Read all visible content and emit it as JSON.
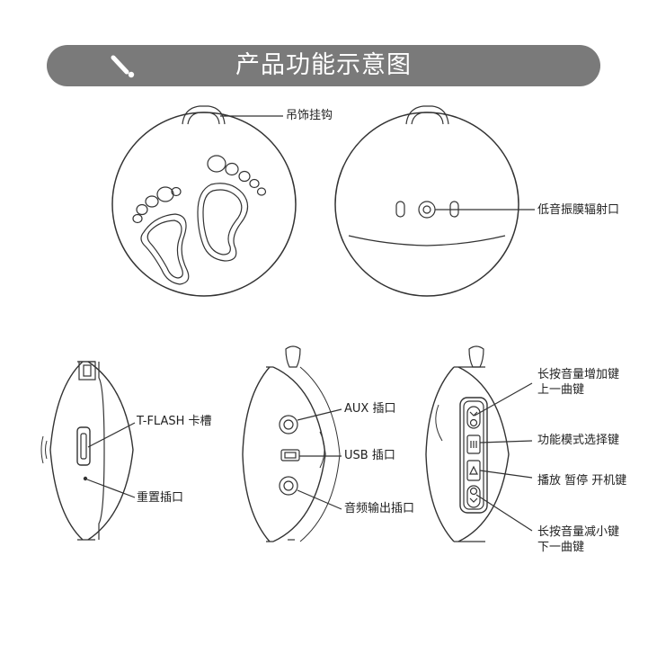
{
  "header": {
    "title": "产品功能示意图",
    "icon": "screwdriver-icon"
  },
  "labels": {
    "hanging_hook": "吊饰挂钩",
    "bass_radiator": "低音振膜辐射口",
    "tflash_slot": "T-FLASH 卡槽",
    "reset_hole": "重置插口",
    "aux_port": "AUX 插口",
    "usb_port": "USB 插口",
    "audio_out": "音频输出插口",
    "vol_up_line1": "长按音量增加键",
    "vol_up_line2": "上一曲键",
    "mode_key": "功能模式选择键",
    "play_key": "播放 暂停 开机键",
    "vol_down_line1": "长按音量减小键",
    "vol_down_line2": "下一曲键"
  },
  "colors": {
    "header_bg": "#7a7a7a",
    "header_text": "#ffffff",
    "line": "#333333"
  }
}
